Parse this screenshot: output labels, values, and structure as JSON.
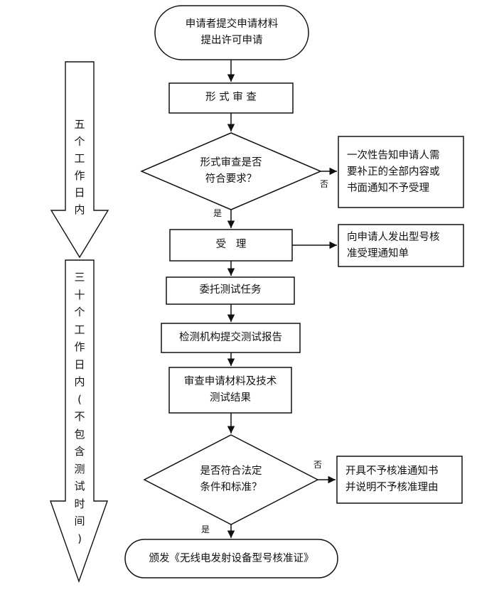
{
  "flow": {
    "start": "申请者提交申请材料\n提出许可申请",
    "formal_review": "形 式 审 查",
    "decision_formal": "形式审查是否\n符合要求？",
    "reject_notice_1": "一次性告知申请人需\n要补正的全部内容或\n书面通知不予受理",
    "accept": "受   理",
    "accept_notice": "向申请人发出型号核\n准受理通知单",
    "commission_test": "委托测试任务",
    "test_report": "检测机构提交测试报告",
    "final_review": "审查申请材料及技术\n测试结果",
    "decision_legal": "是否符合法定\n条件和标准？",
    "reject_notice_2": "开具不予核准通知书\n并说明不予核准理由",
    "end": "颁发《无线电发射设备型号核准证》"
  },
  "labels": {
    "yes_1": "是",
    "no_1": "否",
    "yes_2": "是",
    "no_2": "否"
  },
  "timeline": {
    "period_1": "五\n个\n工\n作\n日\n内",
    "period_2": "三\n十\n个\n工\n作\n日\n内\n(\n不\n包\n含\n测\n试\n时\n间\n)"
  },
  "colors": {
    "line": "#111111",
    "background": "#ffffff"
  }
}
